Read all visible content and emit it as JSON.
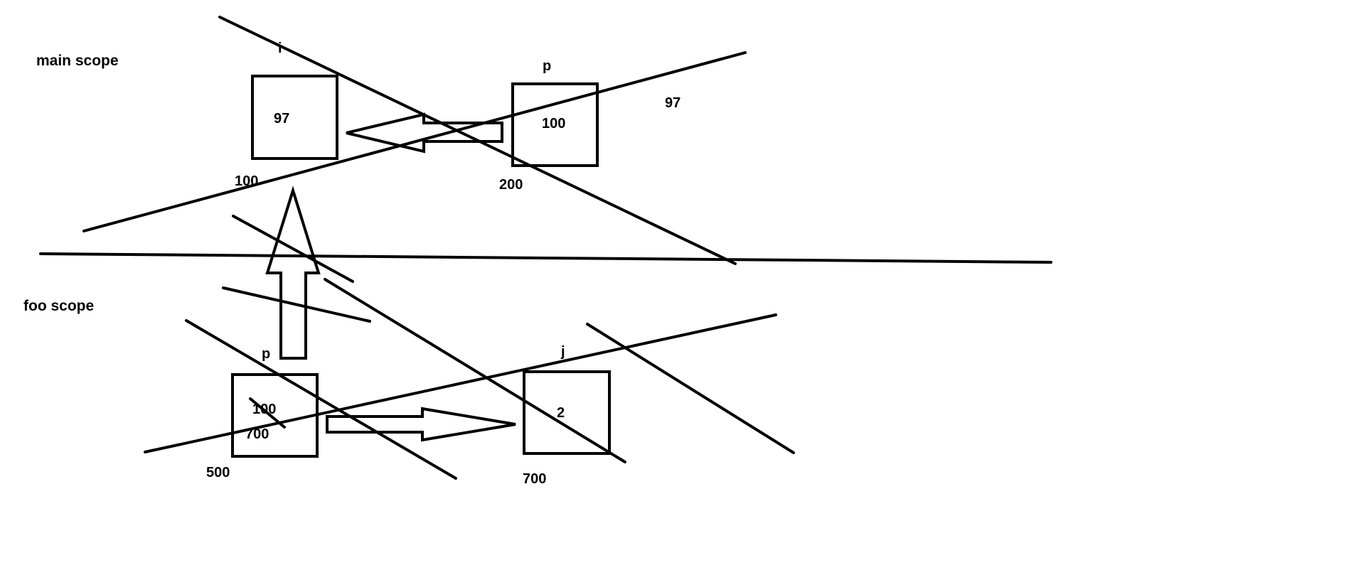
{
  "scopes": {
    "main": "main scope",
    "foo": "foo scope"
  },
  "main_scope": {
    "var_i": {
      "name": "i",
      "value": "97",
      "address": "100"
    },
    "var_p": {
      "name": "p",
      "value": "100",
      "address": "200"
    },
    "note_value": "97"
  },
  "foo_scope": {
    "var_p": {
      "name": "p",
      "value_old": "100",
      "value_new": "700",
      "address": "500"
    },
    "var_j": {
      "name": "j",
      "value": "2",
      "address": "700"
    }
  },
  "colors": {
    "ink": "#000000",
    "background": "#ffffff"
  }
}
